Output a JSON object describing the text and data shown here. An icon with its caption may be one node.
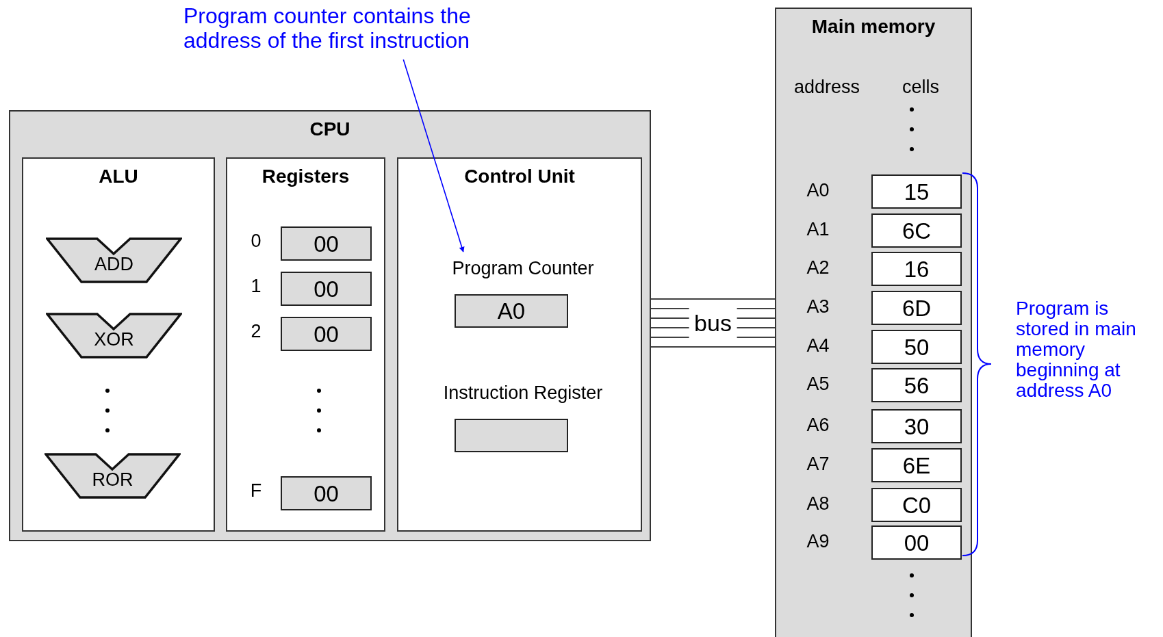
{
  "diagram": {
    "nodes": [
      {
        "text": [
          "CPU"
        ]
      },
      {
        "text": [
          "ALU"
        ],
        "in": 0
      },
      {
        "text": [
          "ADD"
        ],
        "in": 1
      },
      {
        "text": [
          "XOR"
        ],
        "in": 1
      },
      {
        "text": [
          "ROR"
        ],
        "in": 1
      },
      {
        "text": [
          "Registers"
        ],
        "in": 0
      },
      {
        "text": [
          "00"
        ],
        "in": 5
      },
      {
        "text": [
          "00"
        ],
        "in": 5
      },
      {
        "text": [
          "00"
        ],
        "in": 5
      },
      {
        "text": [
          "00"
        ],
        "in": 5
      },
      {
        "text": [
          "Control Unit"
        ],
        "in": 0
      },
      {
        "text": [
          "Program Counter",
          "A0"
        ],
        "in": 10
      },
      {
        "text": [
          "Instruction Register"
        ],
        "in": 10
      },
      {
        "text": [
          "Main memory"
        ]
      },
      {
        "text": [
          "15"
        ],
        "in": 13
      },
      {
        "text": [
          "6C"
        ],
        "in": 13
      },
      {
        "text": [
          "16"
        ],
        "in": 13
      },
      {
        "text": [
          "6D"
        ],
        "in": 13
      },
      {
        "text": [
          "50"
        ],
        "in": 13
      },
      {
        "text": [
          "56"
        ],
        "in": 13
      },
      {
        "text": [
          "30"
        ],
        "in": 13
      },
      {
        "text": [
          "6E"
        ],
        "in": 13
      },
      {
        "text": [
          "C0"
        ],
        "in": 13
      },
      {
        "text": [
          "00"
        ],
        "in": 13
      },
      {
        "text": [
          "Program counter contains the address of the first instruction"
        ]
      },
      {
        "text": [
          "Program is stored in main memory beginning at address A0"
        ]
      }
    ],
    "edges": [
      {
        "from": 0,
        "to": 13,
        "arrow": "none"
      },
      {
        "from": 0,
        "to": 13,
        "arrow": "none"
      },
      {
        "from": 0,
        "to": 13,
        "arrow": "none",
        "label": "bus"
      },
      {
        "from": 0,
        "to": 13,
        "arrow": "none"
      },
      {
        "from": 0,
        "to": 13,
        "arrow": "none"
      },
      {
        "from": 0,
        "to": 13,
        "arrow": "none"
      },
      {
        "from": 24,
        "to": 11,
        "arrow": "to",
        "color": "#0000ff"
      }
    ],
    "labels": [
      "address",
      "cells",
      "0",
      "1",
      "2",
      "F",
      "A0",
      "A1",
      "A2",
      "A3",
      "A4",
      "A5",
      "A6",
      "A7",
      "A8",
      "A9"
    ]
  }
}
